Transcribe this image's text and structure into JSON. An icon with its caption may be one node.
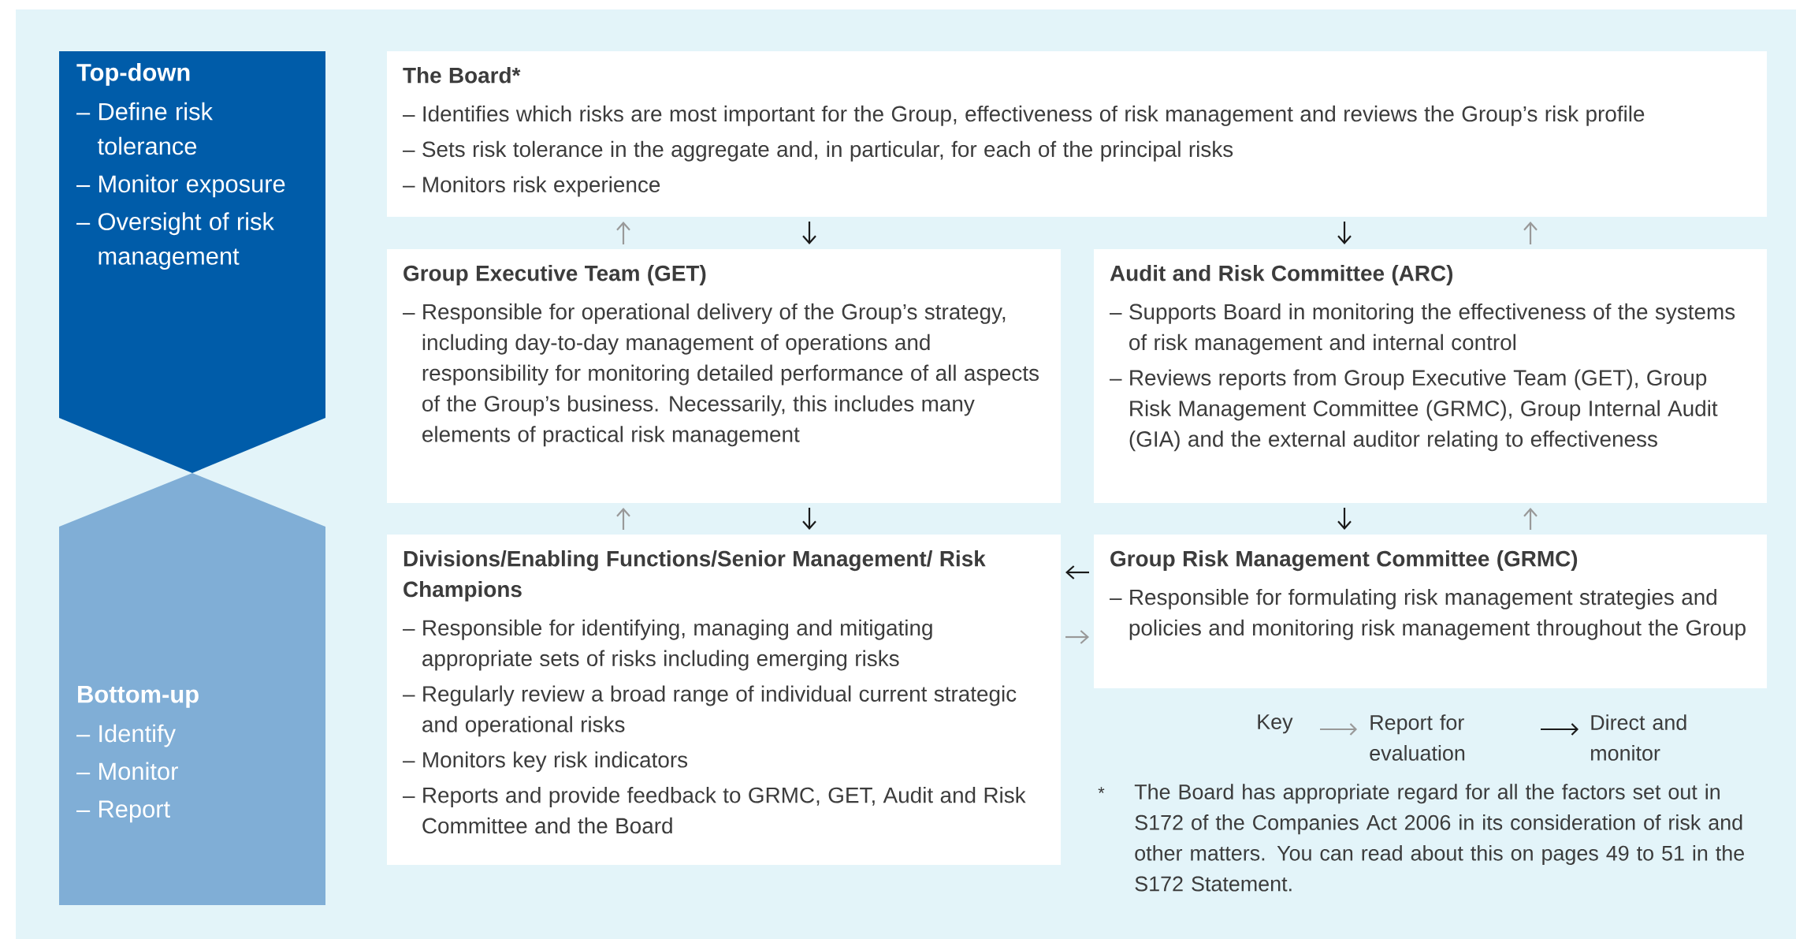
{
  "diagram": {
    "nodes": [
      {
        "text": [
          "Top-down",
          "– Define risk tolerance",
          "– Monitor exposure",
          "– Oversight of risk management"
        ]
      },
      {
        "text": [
          "Bottom-up",
          "– Identify",
          "– Monitor",
          "– Report"
        ]
      },
      {
        "text": [
          "The Board*",
          "– Identifies which risks are most important for the Group, effectiveness of risk management and reviews the Group’s risk profile",
          "– Sets risk tolerance in the aggregate and, in particular, for each of the principal risks",
          "– Monitors risk experience"
        ]
      },
      {
        "text": [
          "Group Executive Team (GET)",
          "– Responsible for operational delivery of the Group’s strategy, including day-to-day management of operations and responsibility for monitoring detailed performance of all aspects of the Group’s business. Necessarily, this includes many elements of practical risk management"
        ]
      },
      {
        "text": [
          "Audit and Risk Committee (ARC)",
          "– Supports Board in monitoring the effectiveness of the systems of risk management and internal control",
          "– Reviews reports from Group Executive Team (GET), Group Risk Management Committee (GRMC), Group Internal Audit (GIA) and the external auditor relating to effectiveness"
        ]
      },
      {
        "text": [
          "Divisions/Enabling Functions/Senior Management/ Risk Champions",
          "– Responsible for identifying, managing and mitigating appropriate sets of risks including emerging risks",
          "– Regularly review a broad range of individual current strategic and operational risks",
          "– Monitors key risk indicators",
          "– Reports and provide feedback to GRMC, GET, Audit and Risk Committee and the Board"
        ]
      },
      {
        "text": [
          "Group Risk Management Committee (GRMC)",
          "– Responsible for formulating risk management strategies and policies and monitoring risk management throughout the Group"
        ]
      }
    ],
    "edges": [
      {
        "from": 3,
        "to": 2,
        "arrow": "to",
        "color": "#999999"
      },
      {
        "from": 2,
        "to": 3,
        "arrow": "to",
        "color": "#1a1a1a"
      },
      {
        "from": 2,
        "to": 4,
        "arrow": "to",
        "color": "#1a1a1a"
      },
      {
        "from": 4,
        "to": 2,
        "arrow": "to",
        "color": "#999999"
      },
      {
        "from": 5,
        "to": 3,
        "arrow": "to",
        "color": "#999999"
      },
      {
        "from": 3,
        "to": 5,
        "arrow": "to",
        "color": "#1a1a1a"
      },
      {
        "from": 4,
        "to": 6,
        "arrow": "to",
        "color": "#1a1a1a"
      },
      {
        "from": 6,
        "to": 4,
        "arrow": "to",
        "color": "#999999"
      },
      {
        "from": 6,
        "to": 5,
        "arrow": "to",
        "color": "#1a1a1a"
      },
      {
        "from": 5,
        "to": 6,
        "arrow": "to",
        "color": "#999999"
      }
    ],
    "labels": [
      "Key",
      "*",
      "The Board has appropriate regard for all the factors set out in S172 of the Companies Act 2006 in its consideration of risk and other matters. You can read about this on pages 49 to 51 in the S172 Statement."
    ],
    "legend": [
      {
        "text": "Report for evaluation"
      },
      {
        "text": "Direct and monitor"
      }
    ]
  }
}
